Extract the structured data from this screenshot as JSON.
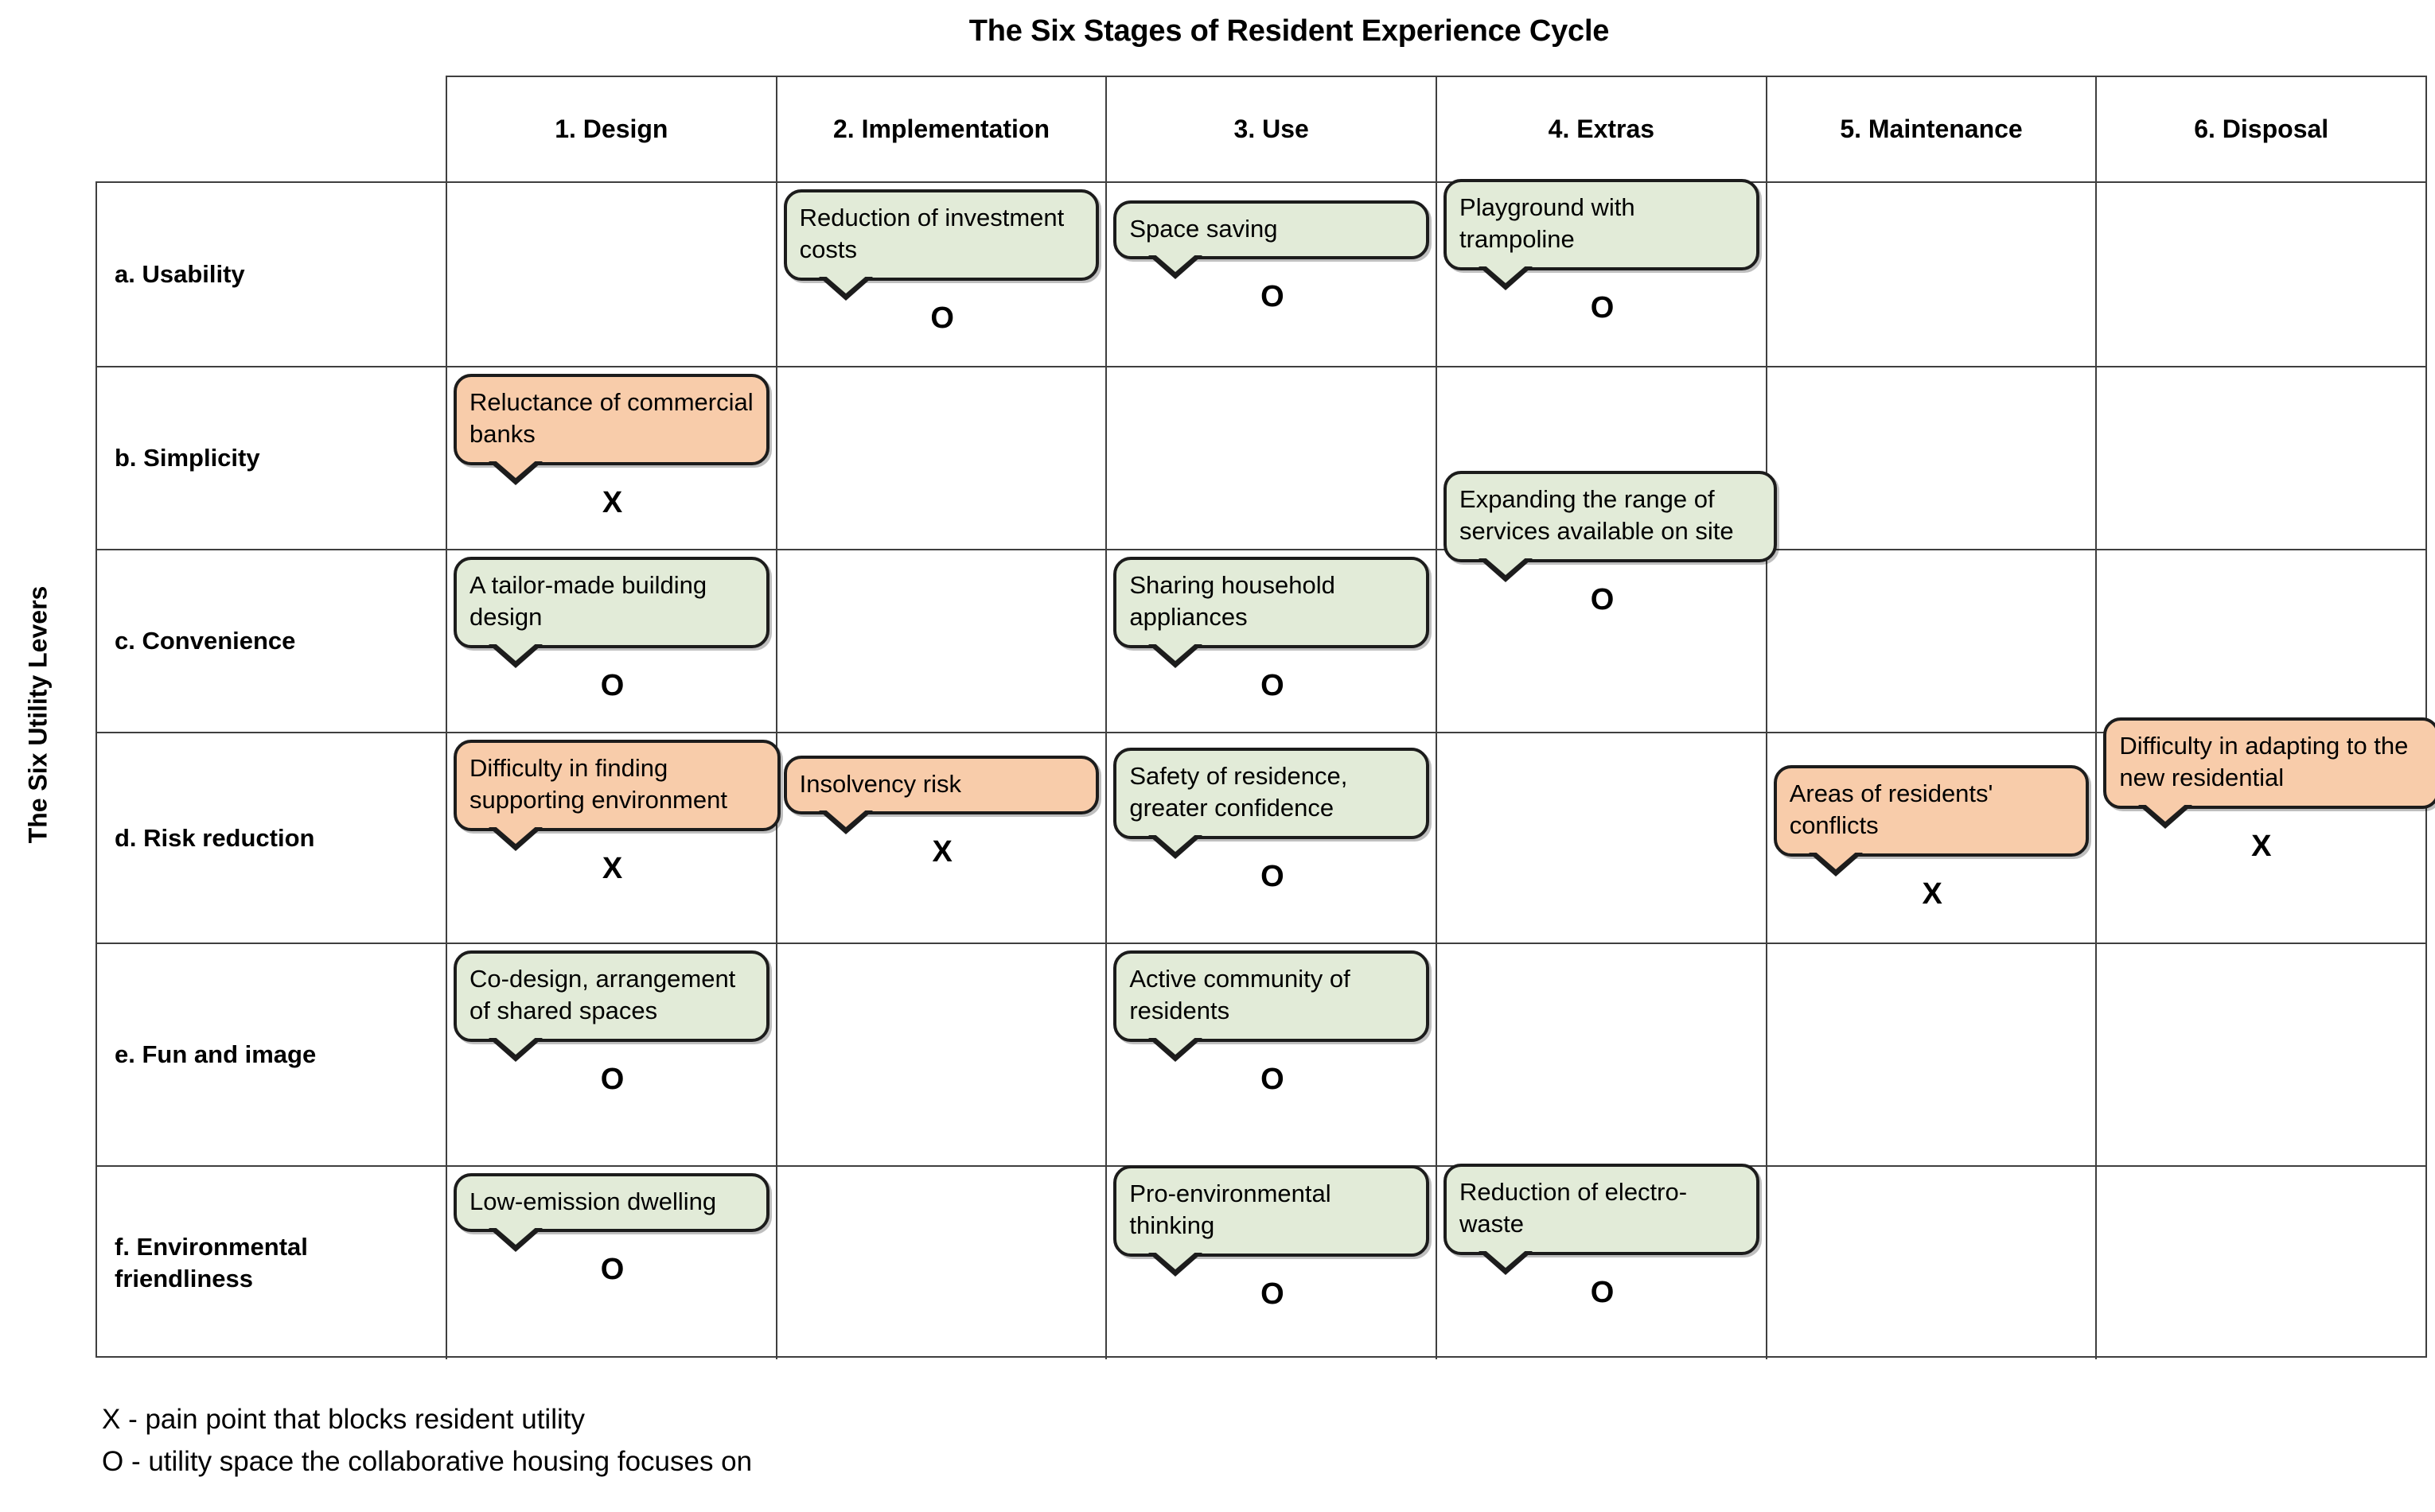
{
  "title": "The Six Stages of Resident Experience Cycle",
  "y_axis_label": "The Six Utility Levers",
  "colors": {
    "opportunity_fill": "#e2ebd8",
    "pain_fill": "#f8ccaa",
    "border": "#1c1c1c",
    "grid": "#3f3f3f"
  },
  "chart_data": {
    "type": "table",
    "title": "The Six Stages of Resident Experience Cycle",
    "xlabel": "The Six Stages of Resident Experience Cycle",
    "ylabel": "The Six Utility Levers",
    "columns": [
      "1. Design",
      "2. Implementation",
      "3. Use",
      "4. Extras",
      "5. Maintenance",
      "6. Disposal"
    ],
    "rows": [
      "a. Usability",
      "b. Simplicity",
      "c. Convenience",
      "d. Risk reduction",
      "e. Fun and image",
      "f. Environmental friendliness"
    ],
    "entries": [
      {
        "row": 0,
        "col": 1,
        "text": "Reduction of investment costs",
        "marker": "O",
        "kind": "opportunity"
      },
      {
        "row": 0,
        "col": 2,
        "text": "Space saving",
        "marker": "O",
        "kind": "opportunity"
      },
      {
        "row": 0,
        "col": 3,
        "text": "Playground with trampoline",
        "marker": "O",
        "kind": "opportunity"
      },
      {
        "row": 1,
        "col": 0,
        "text": "Reluctance of commercial banks",
        "marker": "X",
        "kind": "pain"
      },
      {
        "row": 2,
        "col": 0,
        "text": "A tailor-made building design",
        "marker": "O",
        "kind": "opportunity"
      },
      {
        "row": 2,
        "col": 2,
        "text": "Sharing household appliances",
        "marker": "O",
        "kind": "opportunity"
      },
      {
        "row": 2,
        "col": 3,
        "text": "Expanding the range of services available on site",
        "marker": "O",
        "kind": "opportunity"
      },
      {
        "row": 3,
        "col": 0,
        "text": "Difficulty in finding supporting environment",
        "marker": "X",
        "kind": "pain"
      },
      {
        "row": 3,
        "col": 1,
        "text": "Insolvency  risk",
        "marker": "X",
        "kind": "pain"
      },
      {
        "row": 3,
        "col": 2,
        "text": "Safety of residence, greater confidence",
        "marker": "O",
        "kind": "opportunity"
      },
      {
        "row": 3,
        "col": 4,
        "text": "Areas of residents' conflicts",
        "marker": "X",
        "kind": "pain"
      },
      {
        "row": 3,
        "col": 5,
        "text": "Difficulty in adapting to the new residential",
        "marker": "X",
        "kind": "pain"
      },
      {
        "row": 4,
        "col": 0,
        "text": "Co-design, arrangement of shared spaces",
        "marker": "O",
        "kind": "opportunity"
      },
      {
        "row": 4,
        "col": 2,
        "text": "Active community of residents",
        "marker": "O",
        "kind": "opportunity"
      },
      {
        "row": 5,
        "col": 0,
        "text": "Low-emission dwelling",
        "marker": "O",
        "kind": "opportunity"
      },
      {
        "row": 5,
        "col": 2,
        "text": "Pro-environmental thinking",
        "marker": "O",
        "kind": "opportunity"
      },
      {
        "row": 5,
        "col": 3,
        "text": "Reduction of electro-waste",
        "marker": "O",
        "kind": "opportunity"
      }
    ],
    "legend": [
      "X - pain point that blocks resident utility",
      "O - utility space the collaborative housing focuses on"
    ]
  },
  "header": {
    "columns": [
      {
        "label": "1. Design"
      },
      {
        "label": "2. Implementation"
      },
      {
        "label": "3. Use"
      },
      {
        "label": "4. Extras"
      },
      {
        "label": "5. Maintenance"
      },
      {
        "label": "6. Disposal"
      }
    ]
  },
  "rows": [
    {
      "label": "a. Usability"
    },
    {
      "label": "b. Simplicity"
    },
    {
      "label": "c. Convenience"
    },
    {
      "label": "d. Risk reduction"
    },
    {
      "label": "e. Fun and image"
    },
    {
      "label": "f. Environmental friendliness"
    }
  ],
  "legend": {
    "line1": "X - pain point that blocks resident utility",
    "line2": "O - utility space the collaborative housing focuses on"
  }
}
